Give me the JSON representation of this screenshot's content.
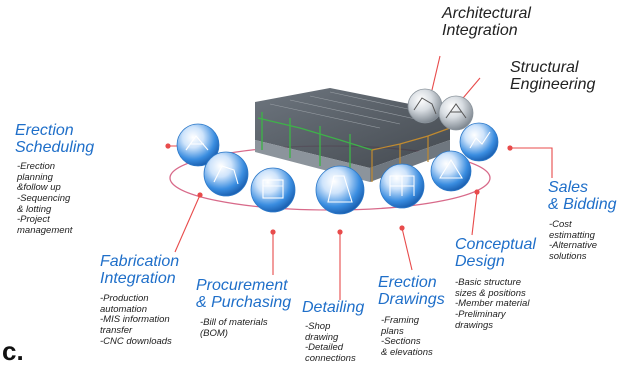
{
  "figure_letter": "c.",
  "colors": {
    "label_blue": "#1f6fc9",
    "label_dark": "#222222",
    "connector": "#e84b4b",
    "ring": "#d86a8a",
    "sphere_blue": "#3a8de0",
    "sphere_grey": "#9aa3ab"
  },
  "center_image": "steel-building-3d-model",
  "nodes": [
    {
      "id": "architectural",
      "title": "Architectural\nIntegration",
      "bullets": "",
      "icon": "architectural-sphere-icon"
    },
    {
      "id": "structural",
      "title": "Structural\nEngineering",
      "bullets": "",
      "icon": "structural-sphere-icon"
    },
    {
      "id": "erection-scheduling",
      "title": "Erection\nScheduling",
      "bullets": "-Erection\n planning\n &follow up\n-Sequencing\n & lotting\n-Project\n management",
      "icon": "scheduling-sphere-icon"
    },
    {
      "id": "fabrication",
      "title": "Fabrication\nIntegration",
      "bullets": "-Production\n automation\n-MIS information\n transfer\n-CNC downloads",
      "icon": "fabrication-sphere-icon"
    },
    {
      "id": "procurement",
      "title": "Procurement\n& Purchasing",
      "bullets": "-Bill of materials\n(BOM)",
      "icon": "procurement-sphere-icon"
    },
    {
      "id": "detailing",
      "title": "Detailing",
      "bullets": "-Shop\n drawing\n-Detailed\n connections",
      "icon": "detailing-sphere-icon"
    },
    {
      "id": "erection-drawings",
      "title": "Erection\nDrawings",
      "bullets": "-Framing\n plans\n-Sections\n & elevations",
      "icon": "erection-drawings-sphere-icon"
    },
    {
      "id": "conceptual",
      "title": "Conceptual\nDesign",
      "bullets": "-Basic structure\n sizes & positions\n-Member material\n-Preliminary\n drawings",
      "icon": "conceptual-sphere-icon"
    },
    {
      "id": "sales",
      "title": "Sales\n& Bidding",
      "bullets": "-Cost\n estimatting\n-Alternative\n solutions",
      "icon": "sales-sphere-icon"
    }
  ]
}
